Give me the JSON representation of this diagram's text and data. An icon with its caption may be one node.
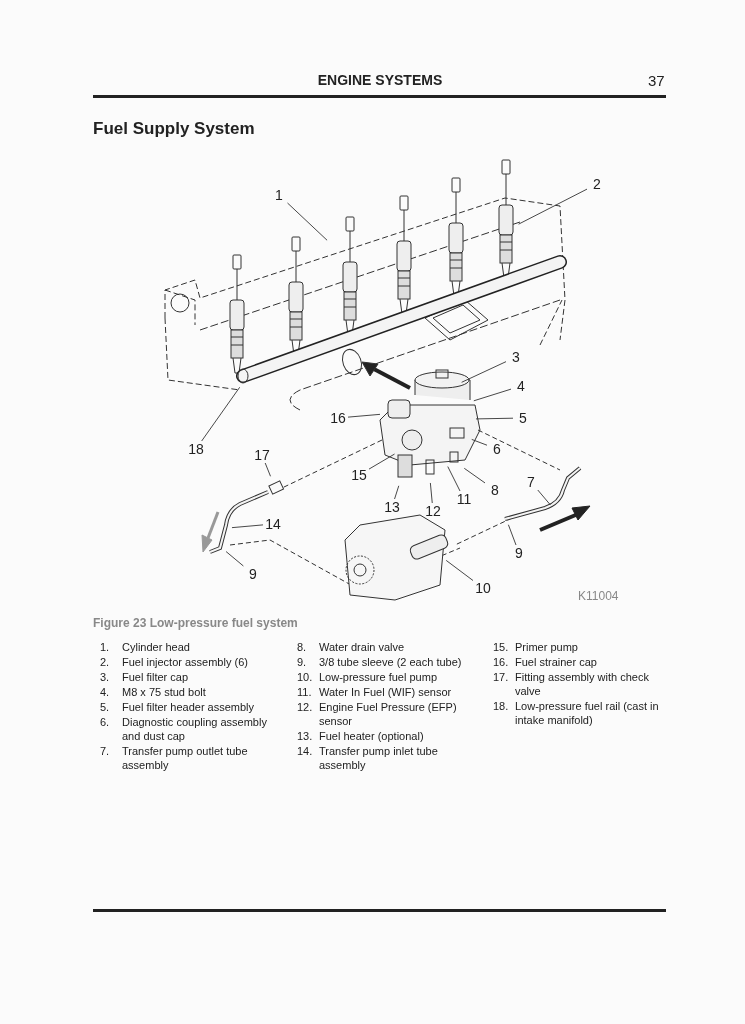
{
  "diagram": {
    "title": "Fuel Supply System",
    "caption": "Figure 23 Low-pressure fuel system",
    "nodes": [
      {
        "text": [
          "1"
        ]
      },
      {
        "text": [
          "2"
        ]
      },
      {
        "text": [
          "3"
        ]
      },
      {
        "text": [
          "4"
        ]
      },
      {
        "text": [
          "16"
        ]
      },
      {
        "text": [
          "5"
        ]
      },
      {
        "text": [
          "18"
        ]
      },
      {
        "text": [
          "17"
        ]
      },
      {
        "text": [
          "6"
        ]
      },
      {
        "text": [
          "15"
        ]
      },
      {
        "text": [
          "8"
        ]
      },
      {
        "text": [
          "7"
        ]
      },
      {
        "text": [
          "11"
        ]
      },
      {
        "text": [
          "13"
        ]
      },
      {
        "text": [
          "12"
        ]
      },
      {
        "text": [
          "14"
        ]
      },
      {
        "text": [
          "9"
        ]
      },
      {
        "text": [
          "9"
        ]
      },
      {
        "text": [
          "10"
        ]
      }
    ],
    "edges": [
      {
        "from": 0,
        "to": null,
        "arrow": "none"
      },
      {
        "from": 1,
        "to": null,
        "arrow": "none"
      },
      {
        "from": 2,
        "to": null,
        "arrow": "none"
      },
      {
        "from": 3,
        "to": null,
        "arrow": "none"
      },
      {
        "from": 4,
        "to": null,
        "arrow": "none"
      },
      {
        "from": 5,
        "to": null,
        "arrow": "none"
      },
      {
        "from": 6,
        "to": null,
        "arrow": "none"
      },
      {
        "from": 7,
        "to": null,
        "arrow": "none"
      },
      {
        "from": 8,
        "to": null,
        "arrow": "none"
      },
      {
        "from": 9,
        "to": null,
        "arrow": "none"
      },
      {
        "from": 10,
        "to": null,
        "arrow": "none"
      },
      {
        "from": 11,
        "to": null,
        "arrow": "none"
      },
      {
        "from": 12,
        "to": null,
        "arrow": "none"
      },
      {
        "from": 13,
        "to": null,
        "arrow": "none"
      },
      {
        "from": 14,
        "to": null,
        "arrow": "none"
      },
      {
        "from": 15,
        "to": null,
        "arrow": "none"
      },
      {
        "from": 16,
        "to": null,
        "arrow": "none"
      },
      {
        "from": 17,
        "to": null,
        "arrow": "none"
      },
      {
        "from": 18,
        "to": null,
        "arrow": "none"
      }
    ],
    "labels": [
      "ENGINE SYSTEMS",
      "37",
      "K11004",
      "1.",
      "Cylinder head",
      "2.",
      "Fuel injector assembly (6)",
      "3.",
      "Fuel filter cap",
      "4.",
      "M8 x 75 stud bolt",
      "5.",
      "Fuel filter header assembly",
      "6.",
      "Diagnostic coupling assembly and dust cap",
      "7.",
      "Transfer pump outlet tube assembly",
      "8.",
      "Water drain valve",
      "9.",
      "3/8 tube sleeve (2 each tube)",
      "10.",
      "Low-pressure fuel pump",
      "11.",
      "Water In Fuel (WIF) sensor",
      "12.",
      "Engine Fuel Pressure (EFP) sensor",
      "13.",
      "Fuel heater (optional)",
      "14.",
      "Transfer pump inlet tube assembly",
      "15.",
      "Primer pump",
      "16.",
      "Fuel strainer cap",
      "17.",
      "Fitting assembly with check valve",
      "18.",
      "Low-pressure fuel rail (cast in intake manifold)"
    ]
  }
}
